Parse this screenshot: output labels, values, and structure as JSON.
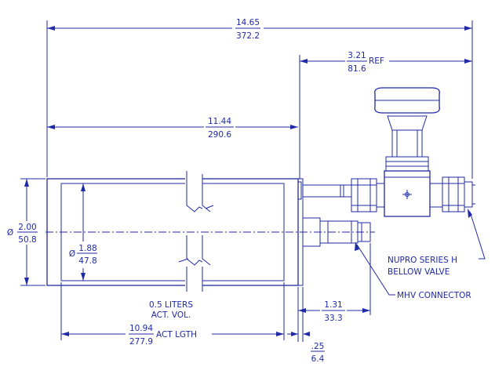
{
  "dimensions": {
    "overall_length": {
      "in": "14.65",
      "mm": "372.2"
    },
    "valve_ref": {
      "in": "3.21",
      "mm": "81.6",
      "suffix": "REF"
    },
    "body_length": {
      "in": "11.44",
      "mm": "290.6"
    },
    "outer_diameter": {
      "symbol": "Ø",
      "in": "2.00",
      "mm": "50.8"
    },
    "inner_diameter": {
      "symbol": "Ø",
      "in": "1.88",
      "mm": "47.8"
    },
    "connector_length": {
      "in": "1.31",
      "mm": "33.3"
    },
    "active_length": {
      "in": "10.94",
      "mm": "277.9",
      "suffix": "ACT LGTH"
    },
    "end_wall": {
      "in": ".25",
      "mm": "6.4"
    }
  },
  "notes": {
    "volume_line1": "0.5 LITERS",
    "volume_line2": "ACT. VOL.",
    "valve_line1": "NUPRO SERIES H",
    "valve_line2": "BELLOW VALVE",
    "connector": "MHV CONNECTOR"
  },
  "colors": {
    "line": "#1f2aa6",
    "background": "#ffffff"
  }
}
